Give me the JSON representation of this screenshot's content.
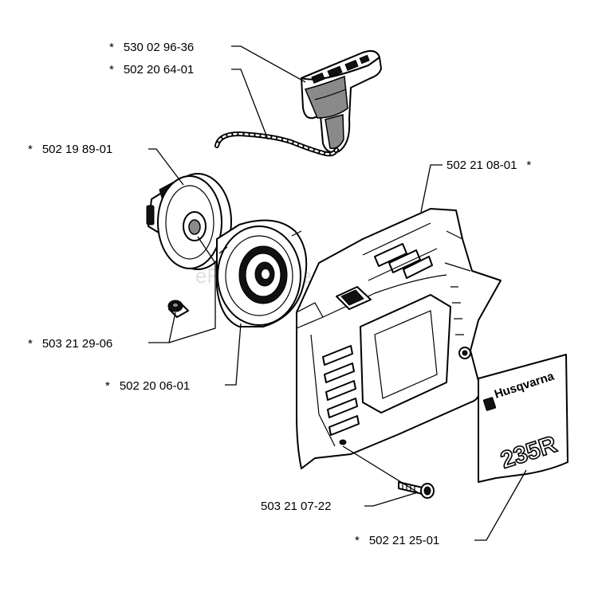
{
  "watermark": "eReplacementParts.com",
  "decal": {
    "brand": "Husqvarna",
    "model": "235R"
  },
  "parts": [
    {
      "id": "handle",
      "star": "*",
      "number": "530 02 96-36"
    },
    {
      "id": "rope",
      "star": "*",
      "number": "502 20 64-01"
    },
    {
      "id": "pulley",
      "star": "*",
      "number": "502 19 89-01"
    },
    {
      "id": "cover",
      "star": "*",
      "number": "502 21 08-01"
    },
    {
      "id": "center-screw",
      "star": "*",
      "number": "503 21 29-06"
    },
    {
      "id": "spring-housing",
      "star": "*",
      "number": "502 20 06-01"
    },
    {
      "id": "mount-screw",
      "star": "",
      "number": "503 21 07-22"
    },
    {
      "id": "decal",
      "star": "*",
      "number": "502 21 25-01"
    }
  ]
}
